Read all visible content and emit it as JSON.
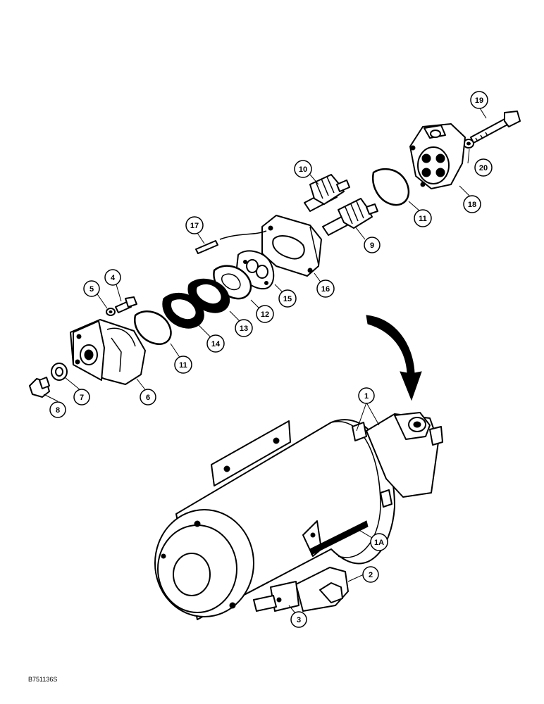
{
  "callouts": [
    {
      "id": "c1",
      "label": "1"
    },
    {
      "id": "c1a",
      "label": "1A"
    },
    {
      "id": "c2",
      "label": "2"
    },
    {
      "id": "c3",
      "label": "3"
    },
    {
      "id": "c4",
      "label": "4"
    },
    {
      "id": "c5",
      "label": "5"
    },
    {
      "id": "c6",
      "label": "6"
    },
    {
      "id": "c7",
      "label": "7"
    },
    {
      "id": "c8",
      "label": "8"
    },
    {
      "id": "c9",
      "label": "9"
    },
    {
      "id": "c10",
      "label": "10"
    },
    {
      "id": "c11a",
      "label": "11"
    },
    {
      "id": "c11b",
      "label": "11"
    },
    {
      "id": "c12",
      "label": "12"
    },
    {
      "id": "c13",
      "label": "13"
    },
    {
      "id": "c14",
      "label": "14"
    },
    {
      "id": "c15",
      "label": "15"
    },
    {
      "id": "c16",
      "label": "16"
    },
    {
      "id": "c17",
      "label": "17"
    },
    {
      "id": "c18",
      "label": "18"
    },
    {
      "id": "c19",
      "label": "19"
    },
    {
      "id": "c20",
      "label": "20"
    }
  ],
  "reference_code": "B751136S"
}
